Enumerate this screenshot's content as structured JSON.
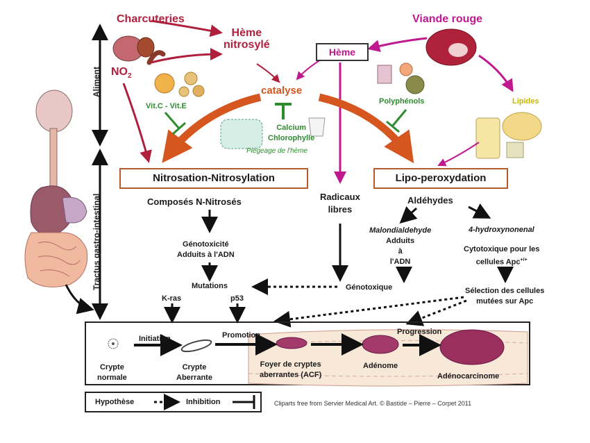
{
  "aliment_label": "Aliment",
  "tractus_label": "Tractus gastro-intestinal",
  "charcuteries": "Charcuteries",
  "no2": "NO",
  "no2_sub": "2",
  "heme_nitrosyle_1": "Hème",
  "heme_nitrosyle_2": "nitrosylé",
  "viande_rouge": "Viande rouge",
  "heme": "Hème",
  "catalyse": "catalyse",
  "vitc_vite": "Vit.C - Vit.E",
  "calcium": "Calcium",
  "chlorophylle": "Chlorophylle",
  "piegeage": "Piégeage de l'hème",
  "polyphenols": "Polyphénols",
  "lipides": "Lipides",
  "nitrosation_box": "Nitrosation-Nitrosylation",
  "lipo_box": "Lipo-peroxydation",
  "composes": "Composés N-Nitrosés",
  "radicaux_1": "Radicaux",
  "radicaux_2": "libres",
  "aldehydes": "Aldéhydes",
  "genotox_1": "Génotoxicité",
  "genotox_2": "Adduits à l'ADN",
  "malon_1": "Malondialdehyde",
  "malon_2": "Adduits",
  "malon_3": "à",
  "malon_4": "l'ADN",
  "hydroxy": "4-hydroxynonenal",
  "cyto_1": "Cytotoxique pour les",
  "cyto_2": "cellules Apc",
  "cyto_sup": "+/+",
  "mutations": "Mutations",
  "kras": "K-ras",
  "p53": "p53",
  "genotoxique": "Génotoxique",
  "selection_1": "Sélection des cellules",
  "selection_2": "mutées sur Apc",
  "initiation": "Initiation",
  "promotion": "Promotion",
  "progression": "Progression",
  "crypte_normale_1": "Crypte",
  "crypte_normale_2": "normale",
  "crypte_aberrante_1": "Crypte",
  "crypte_aberrante_2": "Aberrante",
  "foyer_1": "Foyer de cryptes",
  "foyer_2": "aberrantes (ACF)",
  "adenome": "Adénome",
  "adenocarcinome": "Adénocarcinome",
  "hypothese": "Hypothèse",
  "inhibition": "Inhibition",
  "credit": "Cliparts free from Servier Medical Art. © Bastide – Pierre – Corpet 2011",
  "colors": {
    "crimson": "#b01f3b",
    "magenta": "#c0198f",
    "orange": "#d5561e",
    "green": "#2e8b2e",
    "box_border": "#b35a2c"
  }
}
